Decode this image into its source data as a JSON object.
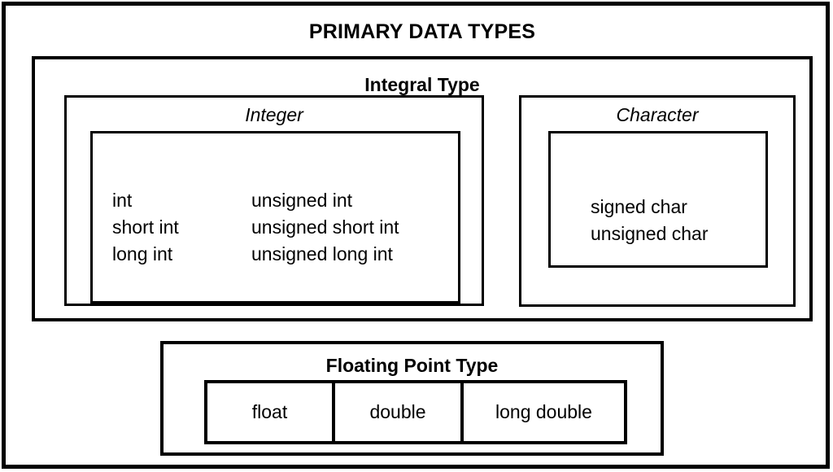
{
  "figure": {
    "title": "PRIMARY DATA TYPES"
  },
  "integral": {
    "heading": "Integral Type",
    "integer": {
      "heading": "Integer",
      "left_column": [
        "int",
        "short int",
        "long int"
      ],
      "right_column": [
        "unsigned int",
        "unsigned short int",
        "unsigned long int"
      ],
      "left_column_text": "int\nshort int\nlong int",
      "right_column_text": "unsigned int\nunsigned short int\nunsigned long int"
    },
    "character": {
      "heading": "Character",
      "types": [
        "signed char",
        "unsigned char"
      ],
      "types_text": "signed char\nunsigned char"
    }
  },
  "floating_point": {
    "heading": "Floating Point Type",
    "cells": [
      {
        "label": "float"
      },
      {
        "label": "double"
      },
      {
        "label": "long double"
      }
    ]
  },
  "colors": {
    "background": "#ffffff",
    "stroke": "#000000",
    "text": "#000000"
  }
}
